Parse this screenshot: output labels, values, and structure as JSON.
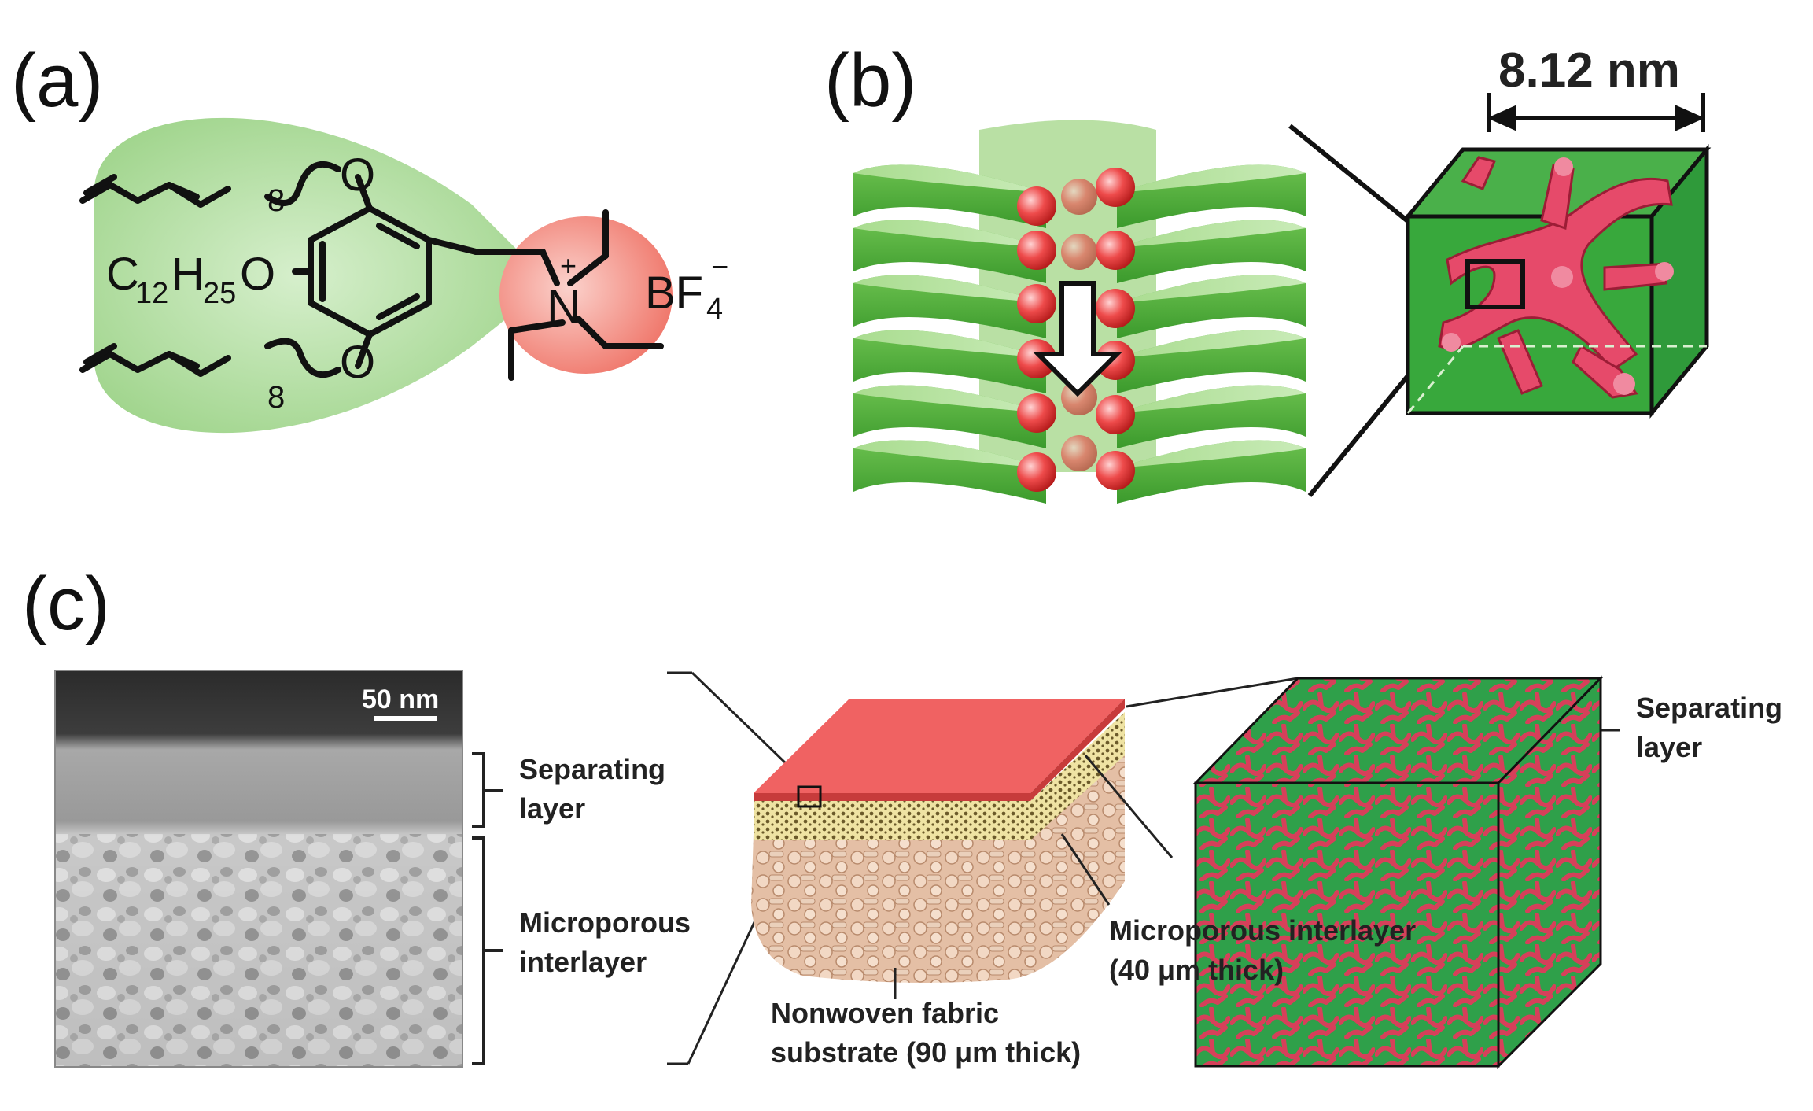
{
  "panels": {
    "a": {
      "label": "(a)",
      "chem": {
        "c": "C",
        "c_sub": "12",
        "h": "H",
        "h_sub": "25",
        "o": "O",
        "subscript_8": "8",
        "o_label": "O",
        "n": "N",
        "n_charge": "+",
        "bf": "BF",
        "bf_sub": "4",
        "bf_charge": "−"
      }
    },
    "b": {
      "label": "(b)",
      "dimension": "8.12 nm"
    },
    "c": {
      "label": "(c)",
      "scale_bar": "50 nm",
      "tem_labels": {
        "separating_1": "Separating",
        "separating_2": "layer",
        "microporous_1": "Microporous",
        "microporous_2": "interlayer"
      },
      "schematic_labels": {
        "microporous_1": "Microporous interlayer",
        "microporous_2": "(40 μm thick)",
        "nonwoven_1": "Nonwoven fabric",
        "nonwoven_2": "substrate (90 μm thick)",
        "separating_1": "Separating",
        "separating_2": "layer"
      }
    }
  },
  "colors": {
    "green": "#5fbf4a",
    "light_green": "#c9e8bd",
    "red": "#e0455f",
    "pink": "#f4a3a3",
    "dark_red": "#c9304a"
  }
}
